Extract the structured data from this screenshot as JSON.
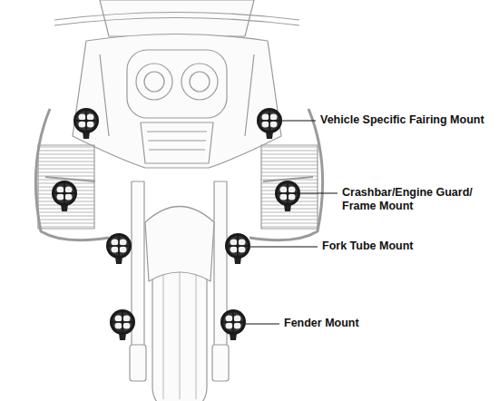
{
  "diagram": {
    "labels": [
      "Vehicle Specific Fairing Mount",
      "Crashbar/Engine Guard/ Frame Mount",
      "Fork Tube Mount",
      "Fender Mount"
    ]
  }
}
